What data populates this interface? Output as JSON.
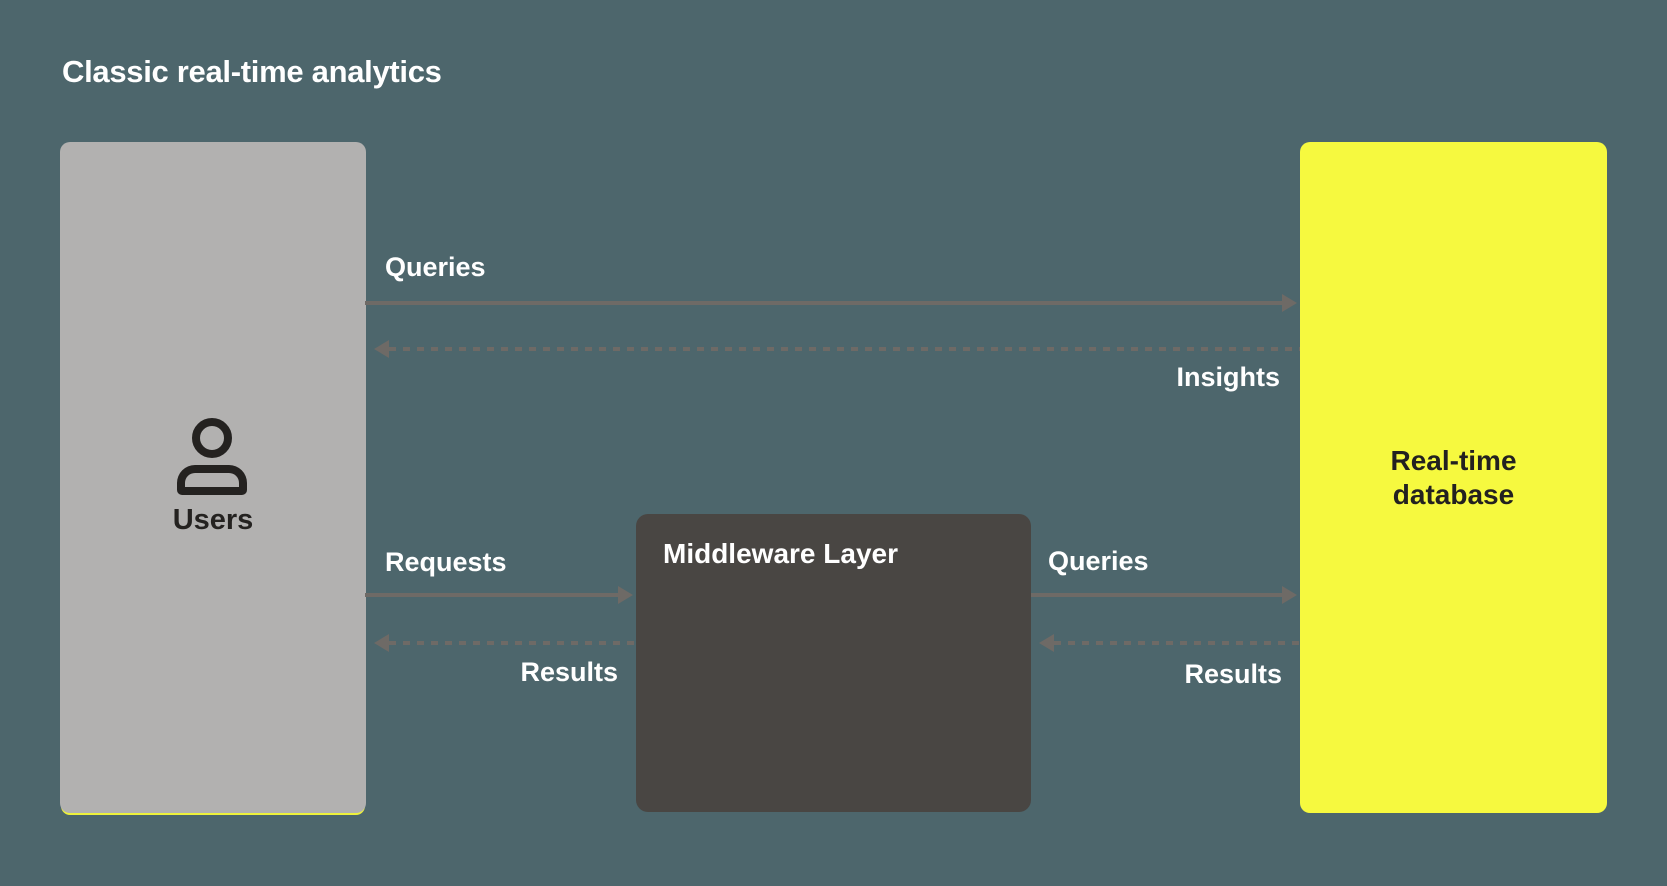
{
  "title": "Classic real-time analytics",
  "nodes": {
    "users": {
      "label": "Users",
      "icon": "person-icon",
      "color": "#b2b1b0"
    },
    "middleware": {
      "label": "Middleware Layer",
      "color": "#494643"
    },
    "database": {
      "label": "Real-time database",
      "color": "#f6f93f"
    }
  },
  "edges": {
    "queries_top": {
      "label": "Queries",
      "style": "solid",
      "direction": "right",
      "from": "users",
      "to": "database"
    },
    "insights": {
      "label": "Insights",
      "style": "dashed",
      "direction": "left",
      "from": "database",
      "to": "users"
    },
    "requests": {
      "label": "Requests",
      "style": "solid",
      "direction": "right",
      "from": "users",
      "to": "middleware"
    },
    "results_left": {
      "label": "Results",
      "style": "dashed",
      "direction": "left",
      "from": "middleware",
      "to": "users"
    },
    "queries_right": {
      "label": "Queries",
      "style": "solid",
      "direction": "right",
      "from": "middleware",
      "to": "database"
    },
    "results_right": {
      "label": "Results",
      "style": "dashed",
      "direction": "left",
      "from": "database",
      "to": "middleware"
    }
  },
  "colors": {
    "background": "#4d666c",
    "arrow": "#6e6a66",
    "label_light": "#ffffff",
    "label_dark": "#242220",
    "users_shadow": "#eef23c"
  }
}
